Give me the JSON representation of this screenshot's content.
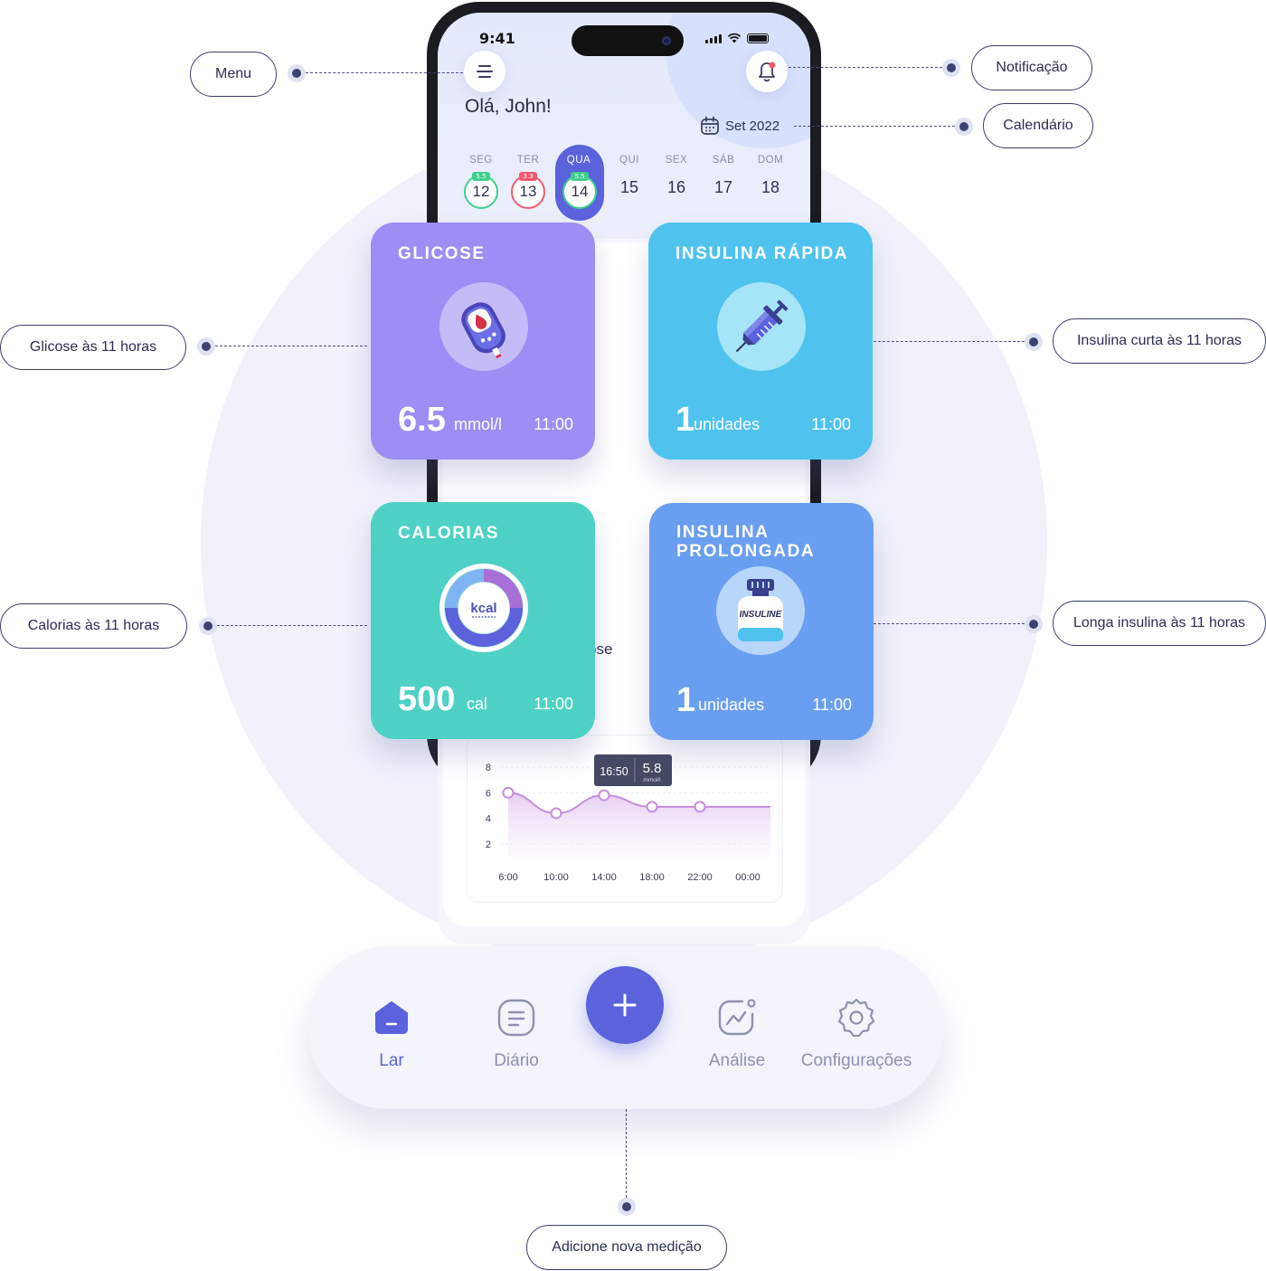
{
  "status_bar": {
    "time": "9:41"
  },
  "header": {
    "greeting": "Olá, John!",
    "calendar_label": "Set 2022"
  },
  "week": [
    {
      "name": "SEG",
      "date": "12",
      "badge": "5.5",
      "badge_color": "#3fcf8e",
      "ring_color": "#3fcf8e",
      "selected": false
    },
    {
      "name": "TER",
      "date": "13",
      "badge": "3.3",
      "badge_color": "#ef5b6e",
      "ring_color": "#ef5b6e",
      "selected": false
    },
    {
      "name": "QUA",
      "date": "14",
      "badge": "5.5",
      "badge_color": "#3fcf8e",
      "ring_color": "#3fcf8e",
      "selected": true
    },
    {
      "name": "QUI",
      "date": "15"
    },
    {
      "name": "SEX",
      "date": "16"
    },
    {
      "name": "SÁB",
      "date": "17"
    },
    {
      "name": "DOM",
      "date": "18"
    }
  ],
  "cards": {
    "glucose": {
      "title": "GLICOSE",
      "value": "6.5",
      "unit": "mmol/l",
      "time": "11:00",
      "color": "#9b8ef4"
    },
    "fast_insulin": {
      "title": "INSULINA RÁPIDA",
      "value": "1",
      "unit": "unidades",
      "time": "11:00",
      "color": "#4fc3ee"
    },
    "calories": {
      "title": "CALORIAS",
      "value": "500",
      "unit": "cal",
      "time": "11:00",
      "color": "#4fd1c5",
      "icon_text": "kcal"
    },
    "long_insulin": {
      "title_line1": "INSULINA",
      "title_line2": "PROLONGADA",
      "value": "1",
      "unit": "unidades",
      "time": "11:00",
      "color": "#6a9ef0",
      "icon_text": "INSULINE"
    }
  },
  "peek_text": "ose",
  "chart_data": {
    "type": "line",
    "x": [
      "6:00",
      "10:00",
      "14:00",
      "18:00",
      "22:00",
      "00:00"
    ],
    "points": [
      {
        "x": "6:00",
        "y": 6
      },
      {
        "x": "10:00",
        "y": 4.4
      },
      {
        "x": "14:00",
        "y": 5.8
      },
      {
        "x": "18:00",
        "y": 4.9
      },
      {
        "x": "22:00",
        "y": 4.9
      }
    ],
    "y_ticks": [
      "8",
      "6",
      "4",
      "2"
    ],
    "ylim": [
      1,
      8.5
    ],
    "tooltip": {
      "time": "16:50",
      "value": "5.8",
      "unit": "mmol/l"
    },
    "line_color": "#c48ee0"
  },
  "callouts": {
    "menu": "Menu",
    "notification": "Notificação",
    "calendar": "Calendário",
    "glucose": "Glicose às 11 horas",
    "short_insulin": "Insulina curta às 11 horas",
    "calories": "Calorias às 11 horas",
    "long_insulin": "Longa insulina às 11 horas",
    "add_measure": "Adicione nova medição"
  },
  "tabbar": {
    "home": "Lar",
    "diary": "Diário",
    "analysis": "Análise",
    "settings": "Configurações"
  },
  "icons": {
    "menu": "menu-icon",
    "bell": "bell-icon",
    "calendar": "calendar-icon",
    "glucometer": "glucometer-icon",
    "syringe": "syringe-icon",
    "kcal": "kcal-donut-icon",
    "vial": "insulin-vial-icon",
    "home": "home-icon",
    "diary": "diary-icon",
    "add": "plus-icon",
    "analysis": "analysis-icon",
    "settings": "gear-icon"
  },
  "colors": {
    "accent": "#5b62dc",
    "notification_dot": "#ef5b6e"
  }
}
